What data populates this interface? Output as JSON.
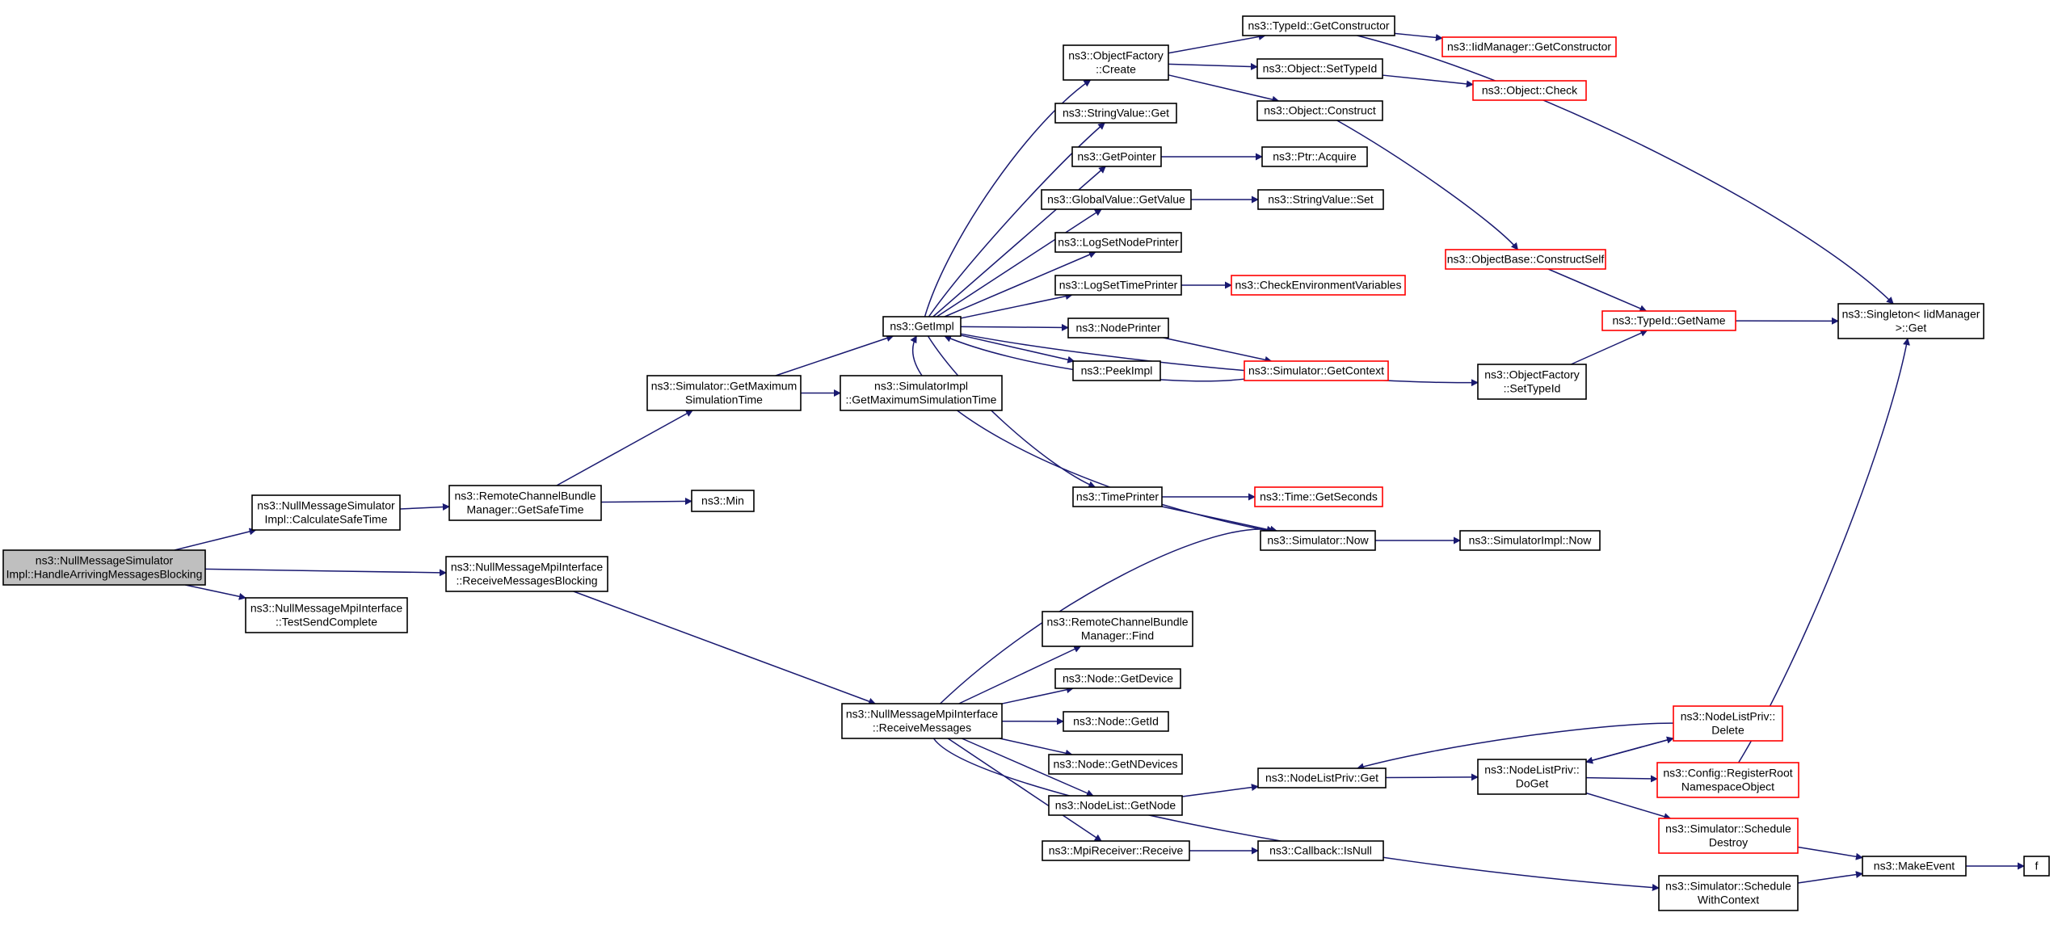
{
  "colors": {
    "edge": "#191970",
    "border_default": "#000000",
    "border_truncated": "#ff0000",
    "root_fill": "#bfbfbf",
    "fill": "#ffffff"
  },
  "nodes": [
    {
      "id": "root",
      "lines": [
        "ns3::NullMessageSimulator",
        "Impl::HandleArrivingMessagesBlocking"
      ],
      "style": "root"
    },
    {
      "id": "calcSafeTime",
      "lines": [
        "ns3::NullMessageSimulator",
        "Impl::CalculateSafeTime"
      ],
      "style": "default"
    },
    {
      "id": "recvMsgBlocking",
      "lines": [
        "ns3::NullMessageMpiInterface",
        "::ReceiveMessagesBlocking"
      ],
      "style": "default"
    },
    {
      "id": "testSendComplete",
      "lines": [
        "ns3::NullMessageMpiInterface",
        "::TestSendComplete"
      ],
      "style": "default"
    },
    {
      "id": "getSafeTime",
      "lines": [
        "ns3::RemoteChannelBundle",
        "Manager::GetSafeTime"
      ],
      "style": "default"
    },
    {
      "id": "min",
      "lines": [
        "ns3::Min"
      ],
      "style": "default"
    },
    {
      "id": "simGetMax",
      "lines": [
        "ns3::Simulator::GetMaximum",
        "SimulationTime"
      ],
      "style": "default"
    },
    {
      "id": "simImplGetMax",
      "lines": [
        "ns3::SimulatorImpl",
        "::GetMaximumSimulationTime"
      ],
      "style": "default"
    },
    {
      "id": "getImpl",
      "lines": [
        "ns3::GetImpl"
      ],
      "style": "default"
    },
    {
      "id": "objFactoryCreate",
      "lines": [
        "ns3::ObjectFactory",
        "::Create"
      ],
      "style": "default"
    },
    {
      "id": "stringValueGet",
      "lines": [
        "ns3::StringValue::Get"
      ],
      "style": "default"
    },
    {
      "id": "getPointer",
      "lines": [
        "ns3::GetPointer"
      ],
      "style": "default"
    },
    {
      "id": "globalValueGetValue",
      "lines": [
        "ns3::GlobalValue::GetValue"
      ],
      "style": "default"
    },
    {
      "id": "logSetNodePrinter",
      "lines": [
        "ns3::LogSetNodePrinter"
      ],
      "style": "default"
    },
    {
      "id": "logSetTimePrinter",
      "lines": [
        "ns3::LogSetTimePrinter"
      ],
      "style": "default"
    },
    {
      "id": "nodePrinter",
      "lines": [
        "ns3::NodePrinter"
      ],
      "style": "default"
    },
    {
      "id": "peekImpl",
      "lines": [
        "ns3::PeekImpl"
      ],
      "style": "default"
    },
    {
      "id": "timePrinter",
      "lines": [
        "ns3::TimePrinter"
      ],
      "style": "default"
    },
    {
      "id": "typeIdGetCtor",
      "lines": [
        "ns3::TypeId::GetConstructor"
      ],
      "style": "default"
    },
    {
      "id": "objectSetTypeId",
      "lines": [
        "ns3::Object::SetTypeId"
      ],
      "style": "default"
    },
    {
      "id": "objectConstruct",
      "lines": [
        "ns3::Object::Construct"
      ],
      "style": "default"
    },
    {
      "id": "iidMgrGetCtor",
      "lines": [
        "ns3::IidManager::GetConstructor"
      ],
      "style": "truncated"
    },
    {
      "id": "objectCheck",
      "lines": [
        "ns3::Object::Check"
      ],
      "style": "truncated"
    },
    {
      "id": "ptrAcquire",
      "lines": [
        "ns3::Ptr::Acquire"
      ],
      "style": "default"
    },
    {
      "id": "stringValueSet",
      "lines": [
        "ns3::StringValue::Set"
      ],
      "style": "default"
    },
    {
      "id": "checkEnvVars",
      "lines": [
        "ns3::CheckEnvironmentVariables"
      ],
      "style": "truncated"
    },
    {
      "id": "simGetContext",
      "lines": [
        "ns3::Simulator::GetContext"
      ],
      "style": "truncated"
    },
    {
      "id": "objBaseConstructSelf",
      "lines": [
        "ns3::ObjectBase::ConstructSelf"
      ],
      "style": "truncated"
    },
    {
      "id": "typeIdGetName",
      "lines": [
        "ns3::TypeId::GetName"
      ],
      "style": "truncated"
    },
    {
      "id": "singletonGet",
      "lines": [
        "ns3::Singleton< IidManager",
        ">::Get"
      ],
      "style": "default"
    },
    {
      "id": "objFactorySetTypeId",
      "lines": [
        "ns3::ObjectFactory",
        "::SetTypeId"
      ],
      "style": "default"
    },
    {
      "id": "timeGetSeconds",
      "lines": [
        "ns3::Time::GetSeconds"
      ],
      "style": "truncated"
    },
    {
      "id": "simNow",
      "lines": [
        "ns3::Simulator::Now"
      ],
      "style": "default"
    },
    {
      "id": "simImplNow",
      "lines": [
        "ns3::SimulatorImpl::Now"
      ],
      "style": "default"
    },
    {
      "id": "receiveMessages",
      "lines": [
        "ns3::NullMessageMpiInterface",
        "::ReceiveMessages"
      ],
      "style": "default"
    },
    {
      "id": "rcbmFind",
      "lines": [
        "ns3::RemoteChannelBundle",
        "Manager::Find"
      ],
      "style": "default"
    },
    {
      "id": "nodeGetDevice",
      "lines": [
        "ns3::Node::GetDevice"
      ],
      "style": "default"
    },
    {
      "id": "nodeGetId",
      "lines": [
        "ns3::Node::GetId"
      ],
      "style": "default"
    },
    {
      "id": "nodeGetNDevices",
      "lines": [
        "ns3::Node::GetNDevices"
      ],
      "style": "default"
    },
    {
      "id": "nodeListGetNode",
      "lines": [
        "ns3::NodeList::GetNode"
      ],
      "style": "default"
    },
    {
      "id": "mpiReceiverReceive",
      "lines": [
        "ns3::MpiReceiver::Receive"
      ],
      "style": "default"
    },
    {
      "id": "nodeListPrivGet",
      "lines": [
        "ns3::NodeListPriv::Get"
      ],
      "style": "default"
    },
    {
      "id": "callbackIsNull",
      "lines": [
        "ns3::Callback::IsNull"
      ],
      "style": "default"
    },
    {
      "id": "nodeListPrivDoGet",
      "lines": [
        "ns3::NodeListPriv::",
        "DoGet"
      ],
      "style": "default"
    },
    {
      "id": "nodeListPrivDelete",
      "lines": [
        "ns3::NodeListPriv::",
        "Delete"
      ],
      "style": "truncated"
    },
    {
      "id": "configRegisterRoot",
      "lines": [
        "ns3::Config::RegisterRoot",
        "NamespaceObject"
      ],
      "style": "truncated"
    },
    {
      "id": "simScheduleDestroy",
      "lines": [
        "ns3::Simulator::Schedule",
        "Destroy"
      ],
      "style": "truncated"
    },
    {
      "id": "simScheduleWithContext",
      "lines": [
        "ns3::Simulator::Schedule",
        "WithContext"
      ],
      "style": "default"
    },
    {
      "id": "makeEvent",
      "lines": [
        "ns3::MakeEvent"
      ],
      "style": "default"
    },
    {
      "id": "f",
      "lines": [
        "f"
      ],
      "style": "default"
    }
  ],
  "edges": [
    [
      "root",
      "calcSafeTime"
    ],
    [
      "root",
      "recvMsgBlocking"
    ],
    [
      "root",
      "testSendComplete"
    ],
    [
      "calcSafeTime",
      "getSafeTime"
    ],
    [
      "getSafeTime",
      "min"
    ],
    [
      "getSafeTime",
      "simGetMax"
    ],
    [
      "simGetMax",
      "getImpl"
    ],
    [
      "simGetMax",
      "simImplGetMax"
    ],
    [
      "getImpl",
      "objFactoryCreate"
    ],
    [
      "getImpl",
      "stringValueGet"
    ],
    [
      "getImpl",
      "getPointer"
    ],
    [
      "getImpl",
      "globalValueGetValue"
    ],
    [
      "getImpl",
      "logSetNodePrinter"
    ],
    [
      "getImpl",
      "logSetTimePrinter"
    ],
    [
      "getImpl",
      "nodePrinter"
    ],
    [
      "getImpl",
      "peekImpl"
    ],
    [
      "getImpl",
      "objFactorySetTypeId"
    ],
    [
      "getImpl",
      "timePrinter"
    ],
    [
      "objFactoryCreate",
      "typeIdGetCtor"
    ],
    [
      "objFactoryCreate",
      "objectSetTypeId"
    ],
    [
      "objFactoryCreate",
      "objectConstruct"
    ],
    [
      "typeIdGetCtor",
      "iidMgrGetCtor"
    ],
    [
      "typeIdGetCtor",
      "singletonGet"
    ],
    [
      "objectSetTypeId",
      "objectCheck"
    ],
    [
      "objectConstruct",
      "objBaseConstructSelf"
    ],
    [
      "objBaseConstructSelf",
      "typeIdGetName"
    ],
    [
      "typeIdGetName",
      "singletonGet"
    ],
    [
      "objFactorySetTypeId",
      "typeIdGetName"
    ],
    [
      "getPointer",
      "ptrAcquire"
    ],
    [
      "globalValueGetValue",
      "stringValueSet"
    ],
    [
      "logSetTimePrinter",
      "checkEnvVars"
    ],
    [
      "nodePrinter",
      "simGetContext"
    ],
    [
      "simGetContext",
      "getImpl"
    ],
    [
      "timePrinter",
      "timeGetSeconds"
    ],
    [
      "timePrinter",
      "simNow"
    ],
    [
      "simNow",
      "getImpl"
    ],
    [
      "simNow",
      "simImplNow"
    ],
    [
      "recvMsgBlocking",
      "receiveMessages"
    ],
    [
      "receiveMessages",
      "simNow"
    ],
    [
      "receiveMessages",
      "rcbmFind"
    ],
    [
      "receiveMessages",
      "nodeGetDevice"
    ],
    [
      "receiveMessages",
      "nodeGetId"
    ],
    [
      "receiveMessages",
      "nodeGetNDevices"
    ],
    [
      "receiveMessages",
      "nodeListGetNode"
    ],
    [
      "receiveMessages",
      "mpiReceiverReceive"
    ],
    [
      "receiveMessages",
      "simScheduleWithContext"
    ],
    [
      "nodeListGetNode",
      "nodeListPrivGet"
    ],
    [
      "nodeListPrivGet",
      "nodeListPrivDoGet"
    ],
    [
      "nodeListPrivDoGet",
      "nodeListPrivDelete"
    ],
    [
      "nodeListPrivDoGet",
      "configRegisterRoot"
    ],
    [
      "nodeListPrivDoGet",
      "simScheduleDestroy"
    ],
    [
      "nodeListPrivDelete",
      "nodeListPrivGet"
    ],
    [
      "nodeListPrivDelete",
      "nodeListPrivDoGet"
    ],
    [
      "configRegisterRoot",
      "singletonGet"
    ],
    [
      "simScheduleDestroy",
      "makeEvent"
    ],
    [
      "simScheduleWithContext",
      "makeEvent"
    ],
    [
      "mpiReceiverReceive",
      "callbackIsNull"
    ],
    [
      "makeEvent",
      "f"
    ]
  ]
}
